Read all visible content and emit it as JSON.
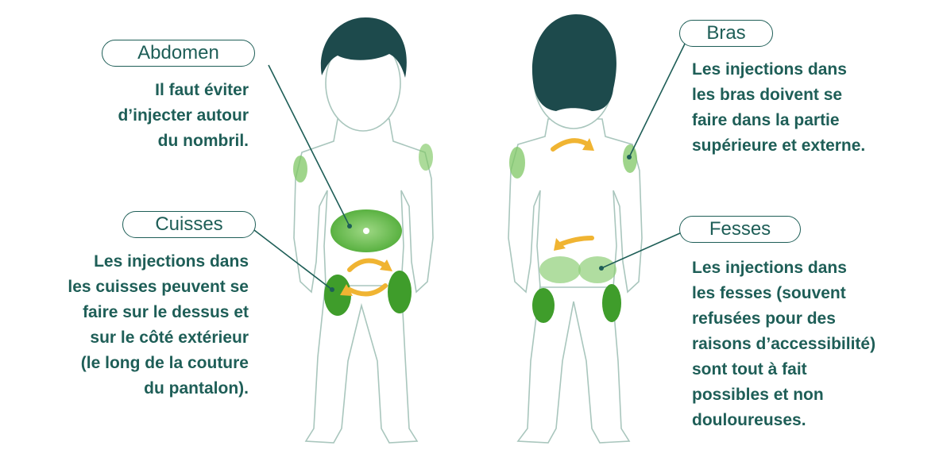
{
  "regions": {
    "abdomen": {
      "label": "Abdomen",
      "lines": [
        "Il faut éviter",
        "d’injecter autour",
        "du nombril."
      ]
    },
    "cuisses": {
      "label": "Cuisses",
      "lines": [
        "Les injections dans",
        "les cuisses peuvent se",
        "faire sur le dessus et",
        "sur le côté extérieur",
        "(le long de la couture",
        "du pantalon)."
      ]
    },
    "bras": {
      "label": "Bras",
      "lines": [
        "Les injections dans",
        "les bras doivent se",
        "faire dans la partie",
        "supérieure et externe."
      ]
    },
    "fesses": {
      "label": "Fesses",
      "lines": [
        "Les injections dans",
        "les fesses (souvent",
        "refusées pour des",
        "raisons d’accessibilité)",
        "sont tout à fait",
        "possibles et non",
        "douloureuses."
      ]
    }
  },
  "colors": {
    "text": "#1e5e57",
    "zone": "#6cbf4f",
    "arrow": "#f0b432",
    "hair": "#1d4a4c",
    "outline": "#9fbfb6"
  }
}
